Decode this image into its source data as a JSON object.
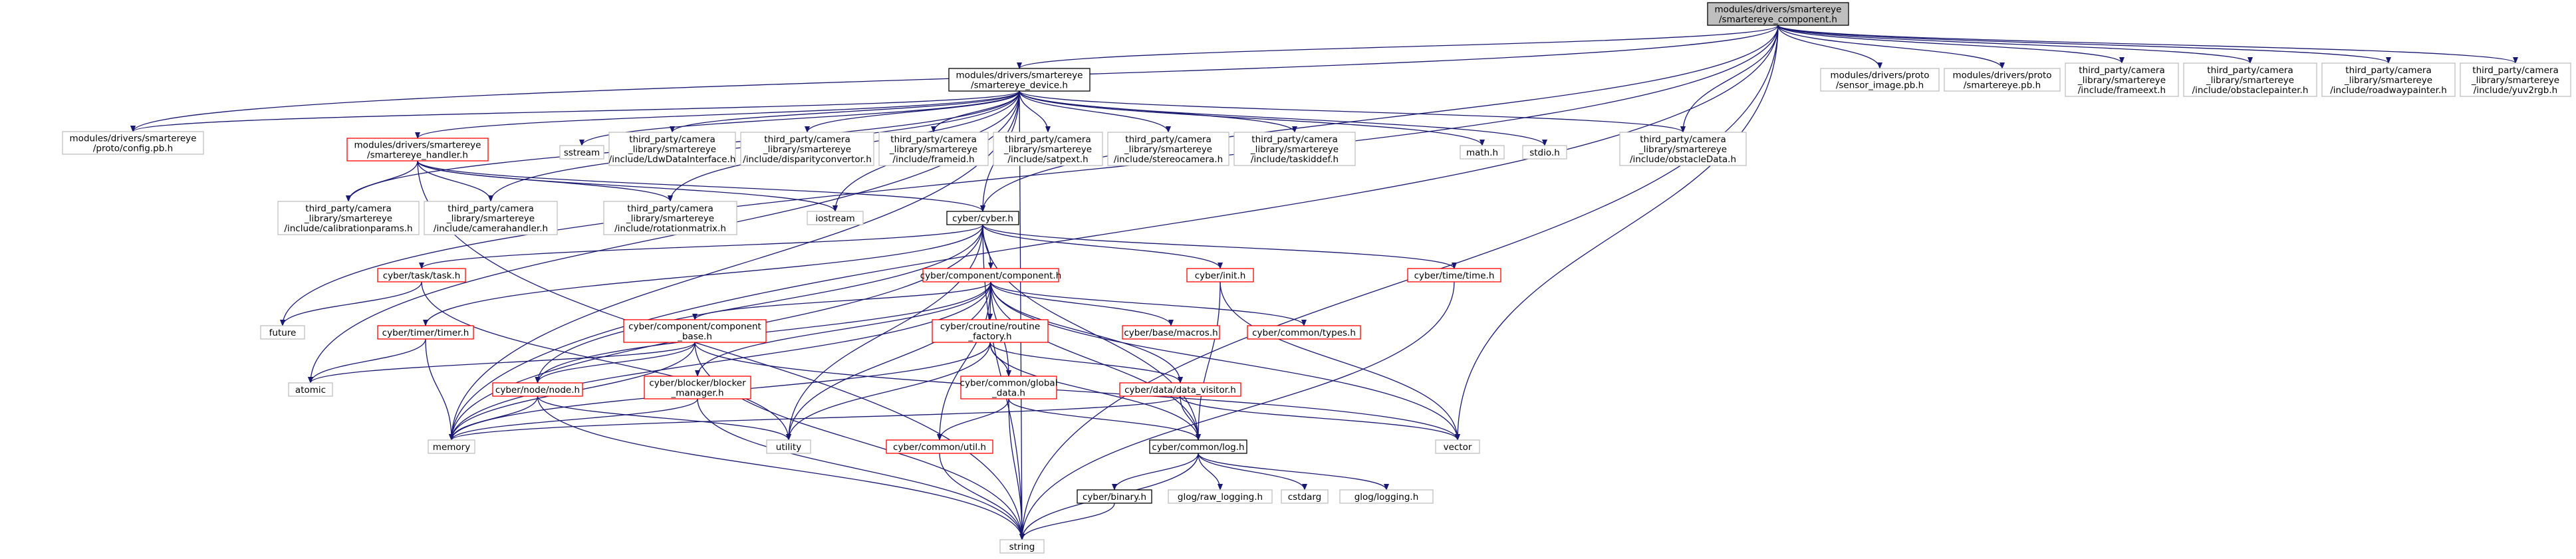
{
  "diagram": {
    "colors": {
      "edge": "#191970",
      "focus_fill": "#bfbfbf",
      "focus_border": "#000000",
      "documented_border": "#000000",
      "has_more_border": "#ff0000",
      "undocumented_border": "#bfbfbf",
      "node_fill": "#ffffff"
    },
    "nodes": [
      {
        "id": "root",
        "kind": "focus",
        "lines": [
          "modules/drivers/smartereye",
          "/smartereye_component.h"
        ]
      },
      {
        "id": "config_pb",
        "kind": "undocumented",
        "lines": [
          "modules/drivers/smartereye",
          "/proto/config.pb.h"
        ]
      },
      {
        "id": "device",
        "kind": "documented",
        "lines": [
          "modules/drivers/smartereye",
          "/smartereye_device.h"
        ]
      },
      {
        "id": "sensor_image",
        "kind": "undocumented",
        "lines": [
          "modules/drivers/proto",
          "/sensor_image.pb.h"
        ]
      },
      {
        "id": "smartereye_pb",
        "kind": "undocumented",
        "lines": [
          "modules/drivers/proto",
          "/smartereye.pb.h"
        ]
      },
      {
        "id": "frameext",
        "kind": "undocumented",
        "lines": [
          "third_party/camera",
          "_library/smartereye",
          "/include/frameext.h"
        ]
      },
      {
        "id": "obstaclepainter",
        "kind": "undocumented",
        "lines": [
          "third_party/camera",
          "_library/smartereye",
          "/include/obstaclepainter.h"
        ]
      },
      {
        "id": "roadwaypainter",
        "kind": "undocumented",
        "lines": [
          "third_party/camera",
          "_library/smartereye",
          "/include/roadwaypainter.h"
        ]
      },
      {
        "id": "yuv2rgb",
        "kind": "undocumented",
        "lines": [
          "third_party/camera",
          "_library/smartereye",
          "/include/yuv2rgb.h"
        ]
      },
      {
        "id": "handler",
        "kind": "has_more",
        "lines": [
          "modules/drivers/smartereye",
          "/smartereye_handler.h"
        ]
      },
      {
        "id": "sstream",
        "kind": "undocumented",
        "lines": [
          "sstream"
        ]
      },
      {
        "id": "lddatainterface",
        "kind": "undocumented",
        "lines": [
          "third_party/camera",
          "_library/smartereye",
          "/include/LdwDataInterface.h"
        ]
      },
      {
        "id": "disparityconvertor",
        "kind": "undocumented",
        "lines": [
          "third_party/camera",
          "_library/smartereye",
          "/include/disparityconvertor.h"
        ]
      },
      {
        "id": "frameid",
        "kind": "undocumented",
        "lines": [
          "third_party/camera",
          "_library/smartereye",
          "/include/frameid.h"
        ]
      },
      {
        "id": "satpext",
        "kind": "undocumented",
        "lines": [
          "third_party/camera",
          "_library/smartereye",
          "/include/satpext.h"
        ]
      },
      {
        "id": "stereocamera",
        "kind": "undocumented",
        "lines": [
          "third_party/camera",
          "_library/smartereye",
          "/include/stereocamera.h"
        ]
      },
      {
        "id": "taskiddef",
        "kind": "undocumented",
        "lines": [
          "third_party/camera",
          "_library/smartereye",
          "/include/taskiddef.h"
        ]
      },
      {
        "id": "math",
        "kind": "undocumented",
        "lines": [
          "math.h"
        ]
      },
      {
        "id": "stdio",
        "kind": "undocumented",
        "lines": [
          "stdio.h"
        ]
      },
      {
        "id": "obstacledata",
        "kind": "undocumented",
        "lines": [
          "third_party/camera",
          "_library/smartereye",
          "/include/obstacleData.h"
        ]
      },
      {
        "id": "calibrationparams",
        "kind": "undocumented",
        "lines": [
          "third_party/camera",
          "_library/smartereye",
          "/include/calibrationparams.h"
        ]
      },
      {
        "id": "camerahandler",
        "kind": "undocumented",
        "lines": [
          "third_party/camera",
          "_library/smartereye",
          "/include/camerahandler.h"
        ]
      },
      {
        "id": "rotationmatrix",
        "kind": "undocumented",
        "lines": [
          "third_party/camera",
          "_library/smartereye",
          "/include/rotationmatrix.h"
        ]
      },
      {
        "id": "iostream",
        "kind": "undocumented",
        "lines": [
          "iostream"
        ]
      },
      {
        "id": "cyber",
        "kind": "documented",
        "lines": [
          "cyber/cyber.h"
        ]
      },
      {
        "id": "task",
        "kind": "has_more",
        "lines": [
          "cyber/task/task.h"
        ]
      },
      {
        "id": "component",
        "kind": "has_more",
        "lines": [
          "cyber/component/component.h"
        ]
      },
      {
        "id": "init",
        "kind": "has_more",
        "lines": [
          "cyber/init.h"
        ]
      },
      {
        "id": "time",
        "kind": "has_more",
        "lines": [
          "cyber/time/time.h"
        ]
      },
      {
        "id": "future",
        "kind": "undocumented",
        "lines": [
          "future"
        ]
      },
      {
        "id": "timer",
        "kind": "has_more",
        "lines": [
          "cyber/timer/timer.h"
        ]
      },
      {
        "id": "component_base",
        "kind": "has_more",
        "lines": [
          "cyber/component/component",
          "_base.h"
        ]
      },
      {
        "id": "routine_factory",
        "kind": "has_more",
        "lines": [
          "cyber/croutine/routine",
          "_factory.h"
        ]
      },
      {
        "id": "macros",
        "kind": "has_more",
        "lines": [
          "cyber/base/macros.h"
        ]
      },
      {
        "id": "types",
        "kind": "has_more",
        "lines": [
          "cyber/common/types.h"
        ]
      },
      {
        "id": "atomic",
        "kind": "undocumented",
        "lines": [
          "atomic"
        ]
      },
      {
        "id": "node",
        "kind": "has_more",
        "lines": [
          "cyber/node/node.h"
        ]
      },
      {
        "id": "blocker_manager",
        "kind": "has_more",
        "lines": [
          "cyber/blocker/blocker",
          "_manager.h"
        ]
      },
      {
        "id": "global_data",
        "kind": "has_more",
        "lines": [
          "cyber/common/global",
          "_data.h"
        ]
      },
      {
        "id": "data_visitor",
        "kind": "has_more",
        "lines": [
          "cyber/data/data_visitor.h"
        ]
      },
      {
        "id": "memory",
        "kind": "undocumented",
        "lines": [
          "memory"
        ]
      },
      {
        "id": "utility",
        "kind": "undocumented",
        "lines": [
          "utility"
        ]
      },
      {
        "id": "util",
        "kind": "has_more",
        "lines": [
          "cyber/common/util.h"
        ]
      },
      {
        "id": "log",
        "kind": "documented",
        "lines": [
          "cyber/common/log.h"
        ]
      },
      {
        "id": "vector",
        "kind": "undocumented",
        "lines": [
          "vector"
        ]
      },
      {
        "id": "binary",
        "kind": "documented",
        "lines": [
          "cyber/binary.h"
        ]
      },
      {
        "id": "raw_logging",
        "kind": "undocumented",
        "lines": [
          "glog/raw_logging.h"
        ]
      },
      {
        "id": "cstdarg",
        "kind": "undocumented",
        "lines": [
          "cstdarg"
        ]
      },
      {
        "id": "logging",
        "kind": "undocumented",
        "lines": [
          "glog/logging.h"
        ]
      },
      {
        "id": "string",
        "kind": "undocumented",
        "lines": [
          "string"
        ]
      }
    ],
    "edges": [
      [
        "root",
        "config_pb"
      ],
      [
        "root",
        "device"
      ],
      [
        "root",
        "sensor_image"
      ],
      [
        "root",
        "smartereye_pb"
      ],
      [
        "root",
        "frameext"
      ],
      [
        "root",
        "obstaclepainter"
      ],
      [
        "root",
        "roadwaypainter"
      ],
      [
        "root",
        "yuv2rgb"
      ],
      [
        "root",
        "obstacledata"
      ],
      [
        "root",
        "cyber"
      ],
      [
        "root",
        "future"
      ],
      [
        "root",
        "memory"
      ],
      [
        "root",
        "string"
      ],
      [
        "root",
        "vector"
      ],
      [
        "device",
        "config_pb"
      ],
      [
        "device",
        "handler"
      ],
      [
        "device",
        "sstream"
      ],
      [
        "device",
        "lddatainterface"
      ],
      [
        "device",
        "disparityconvertor"
      ],
      [
        "device",
        "frameid"
      ],
      [
        "device",
        "satpext"
      ],
      [
        "device",
        "stereocamera"
      ],
      [
        "device",
        "taskiddef"
      ],
      [
        "device",
        "math"
      ],
      [
        "device",
        "stdio"
      ],
      [
        "device",
        "obstacledata"
      ],
      [
        "device",
        "calibrationparams"
      ],
      [
        "device",
        "camerahandler"
      ],
      [
        "device",
        "rotationmatrix"
      ],
      [
        "device",
        "iostream"
      ],
      [
        "device",
        "cyber"
      ],
      [
        "device",
        "memory"
      ],
      [
        "device",
        "string"
      ],
      [
        "device",
        "atomic"
      ],
      [
        "handler",
        "calibrationparams"
      ],
      [
        "handler",
        "camerahandler"
      ],
      [
        "handler",
        "rotationmatrix"
      ],
      [
        "handler",
        "iostream"
      ],
      [
        "handler",
        "cyber"
      ],
      [
        "handler",
        "string"
      ],
      [
        "cyber",
        "task"
      ],
      [
        "cyber",
        "component"
      ],
      [
        "cyber",
        "init"
      ],
      [
        "cyber",
        "time"
      ],
      [
        "cyber",
        "timer"
      ],
      [
        "cyber",
        "node"
      ],
      [
        "cyber",
        "log"
      ],
      [
        "cyber",
        "memory"
      ],
      [
        "cyber",
        "string"
      ],
      [
        "cyber",
        "utility"
      ],
      [
        "task",
        "future"
      ],
      [
        "task",
        "utility"
      ],
      [
        "timer",
        "atomic"
      ],
      [
        "timer",
        "memory"
      ],
      [
        "component",
        "component_base"
      ],
      [
        "component",
        "routine_factory"
      ],
      [
        "component",
        "macros"
      ],
      [
        "component",
        "types"
      ],
      [
        "component",
        "node"
      ],
      [
        "component",
        "blocker_manager"
      ],
      [
        "component",
        "global_data"
      ],
      [
        "component",
        "data_visitor"
      ],
      [
        "component",
        "util"
      ],
      [
        "component",
        "log"
      ],
      [
        "component",
        "memory"
      ],
      [
        "component",
        "utility"
      ],
      [
        "component",
        "vector"
      ],
      [
        "component_base",
        "atomic"
      ],
      [
        "component_base",
        "node"
      ],
      [
        "component_base",
        "memory"
      ],
      [
        "component_base",
        "string"
      ],
      [
        "component_base",
        "vector"
      ],
      [
        "routine_factory",
        "global_data"
      ],
      [
        "routine_factory",
        "data_visitor"
      ],
      [
        "routine_factory",
        "log"
      ],
      [
        "routine_factory",
        "memory"
      ],
      [
        "routine_factory",
        "utility"
      ],
      [
        "init",
        "log"
      ],
      [
        "init",
        "vector"
      ],
      [
        "time",
        "string"
      ],
      [
        "node",
        "memory"
      ],
      [
        "node",
        "string"
      ],
      [
        "node",
        "utility"
      ],
      [
        "blocker_manager",
        "memory"
      ],
      [
        "blocker_manager",
        "string"
      ],
      [
        "global_data",
        "util"
      ],
      [
        "global_data",
        "log"
      ],
      [
        "global_data",
        "string"
      ],
      [
        "data_visitor",
        "log"
      ],
      [
        "data_visitor",
        "memory"
      ],
      [
        "data_visitor",
        "vector"
      ],
      [
        "util",
        "string"
      ],
      [
        "log",
        "binary"
      ],
      [
        "log",
        "raw_logging"
      ],
      [
        "log",
        "cstdarg"
      ],
      [
        "log",
        "logging"
      ],
      [
        "log",
        "string"
      ],
      [
        "binary",
        "string"
      ]
    ]
  }
}
